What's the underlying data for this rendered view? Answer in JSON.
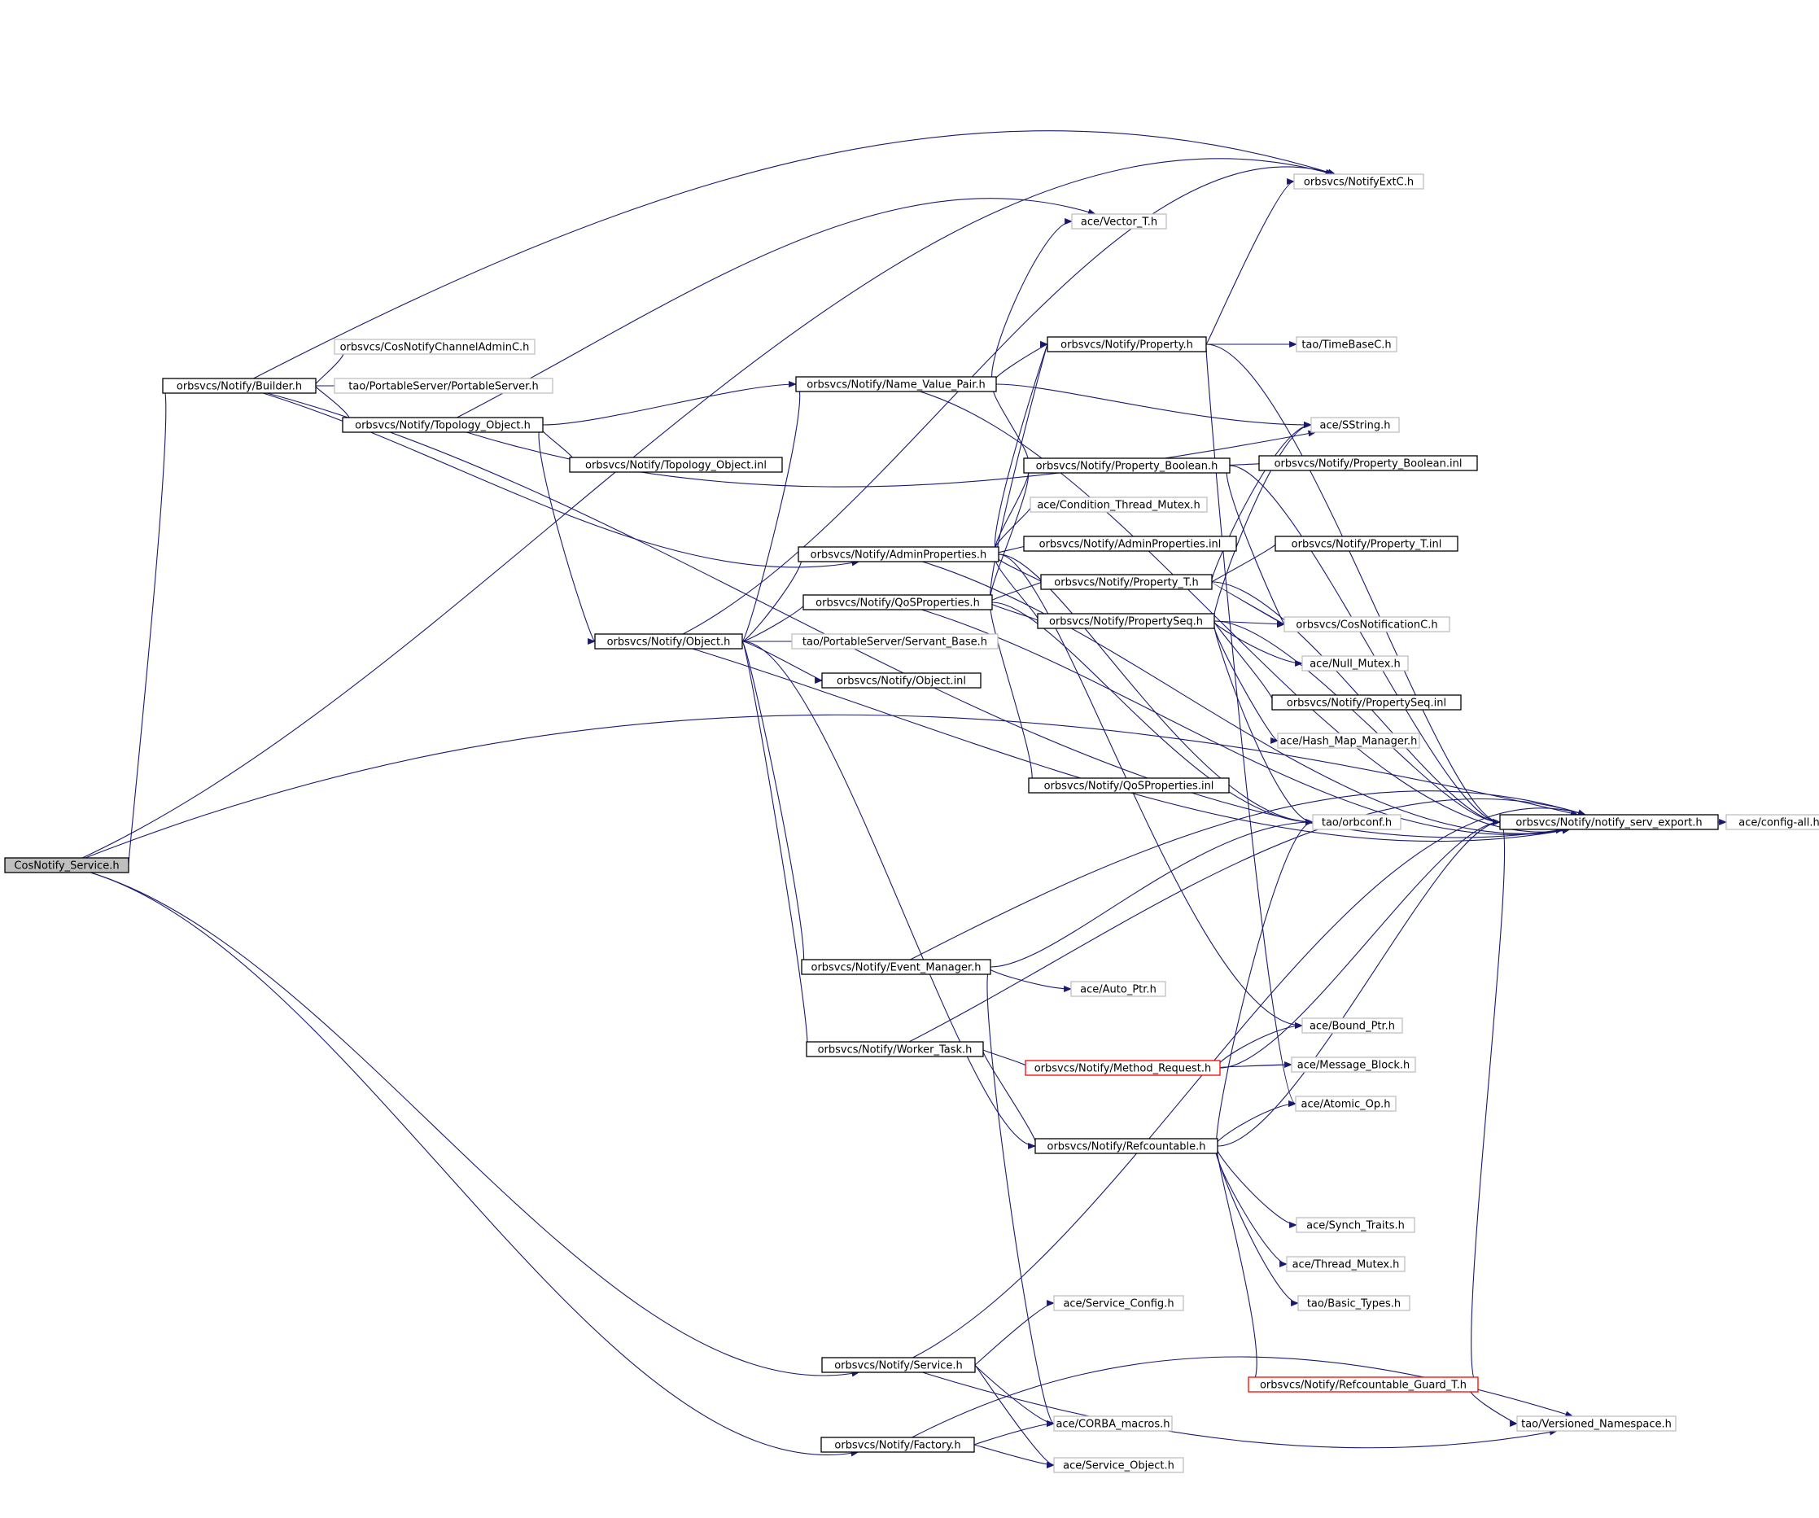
{
  "title": "",
  "colors": {
    "edge": "#191970",
    "box_border": "#000000",
    "external_border": "#c0c0c0",
    "truncated_border": "#ff0000",
    "root_fill": "#bfbfbf",
    "background": "#ffffff"
  },
  "nodes": [
    {
      "id": "cosnotify_service",
      "label": "CosNotify_Service.h",
      "kind": "root"
    },
    {
      "id": "builder",
      "label": "orbsvcs/Notify/Builder.h",
      "kind": "local"
    },
    {
      "id": "cosnotifychanneladminc",
      "label": "orbsvcs/CosNotifyChannelAdminC.h",
      "kind": "external"
    },
    {
      "id": "portableserver",
      "label": "tao/PortableServer/PortableServer.h",
      "kind": "external"
    },
    {
      "id": "topology_object",
      "label": "orbsvcs/Notify/Topology_Object.h",
      "kind": "local"
    },
    {
      "id": "topology_object_inl",
      "label": "orbsvcs/Notify/Topology_Object.inl",
      "kind": "local"
    },
    {
      "id": "object",
      "label": "orbsvcs/Notify/Object.h",
      "kind": "local"
    },
    {
      "id": "adminproperties",
      "label": "orbsvcs/Notify/AdminProperties.h",
      "kind": "local"
    },
    {
      "id": "name_value_pair",
      "label": "orbsvcs/Notify/Name_Value_Pair.h",
      "kind": "local"
    },
    {
      "id": "qosproperties",
      "label": "orbsvcs/Notify/QoSProperties.h",
      "kind": "local"
    },
    {
      "id": "servant_base",
      "label": "tao/PortableServer/Servant_Base.h",
      "kind": "external"
    },
    {
      "id": "object_inl",
      "label": "orbsvcs/Notify/Object.inl",
      "kind": "local"
    },
    {
      "id": "vector_t",
      "label": "ace/Vector_T.h",
      "kind": "external"
    },
    {
      "id": "notifyextc",
      "label": "orbsvcs/NotifyExtC.h",
      "kind": "external"
    },
    {
      "id": "property",
      "label": "orbsvcs/Notify/Property.h",
      "kind": "local"
    },
    {
      "id": "timebasec",
      "label": "tao/TimeBaseC.h",
      "kind": "external"
    },
    {
      "id": "sstring",
      "label": "ace/SString.h",
      "kind": "external"
    },
    {
      "id": "property_boolean",
      "label": "orbsvcs/Notify/Property_Boolean.h",
      "kind": "local"
    },
    {
      "id": "property_boolean_inl",
      "label": "orbsvcs/Notify/Property_Boolean.inl",
      "kind": "local"
    },
    {
      "id": "condition_thread_mutex",
      "label": "ace/Condition_Thread_Mutex.h",
      "kind": "external"
    },
    {
      "id": "adminproperties_inl",
      "label": "orbsvcs/Notify/AdminProperties.inl",
      "kind": "local"
    },
    {
      "id": "property_t",
      "label": "orbsvcs/Notify/Property_T.h",
      "kind": "local"
    },
    {
      "id": "property_t_inl",
      "label": "orbsvcs/Notify/Property_T.inl",
      "kind": "local"
    },
    {
      "id": "propertyseq",
      "label": "orbsvcs/Notify/PropertySeq.h",
      "kind": "local"
    },
    {
      "id": "cosnotificationc",
      "label": "orbsvcs/CosNotificationC.h",
      "kind": "external"
    },
    {
      "id": "null_mutex",
      "label": "ace/Null_Mutex.h",
      "kind": "external"
    },
    {
      "id": "propertyseq_inl",
      "label": "orbsvcs/Notify/PropertySeq.inl",
      "kind": "local"
    },
    {
      "id": "hash_map_manager",
      "label": "ace/Hash_Map_Manager.h",
      "kind": "external"
    },
    {
      "id": "qosproperties_inl",
      "label": "orbsvcs/Notify/QoSProperties.inl",
      "kind": "local"
    },
    {
      "id": "orbconf",
      "label": "tao/orbconf.h",
      "kind": "external"
    },
    {
      "id": "notify_serv_export",
      "label": "orbsvcs/Notify/notify_serv_export.h",
      "kind": "local"
    },
    {
      "id": "config_all",
      "label": "ace/config-all.h",
      "kind": "external"
    },
    {
      "id": "event_manager",
      "label": "orbsvcs/Notify/Event_Manager.h",
      "kind": "local"
    },
    {
      "id": "auto_ptr",
      "label": "ace/Auto_Ptr.h",
      "kind": "external"
    },
    {
      "id": "bound_ptr",
      "label": "ace/Bound_Ptr.h",
      "kind": "external"
    },
    {
      "id": "worker_task",
      "label": "orbsvcs/Notify/Worker_Task.h",
      "kind": "local"
    },
    {
      "id": "method_request",
      "label": "orbsvcs/Notify/Method_Request.h",
      "kind": "truncated"
    },
    {
      "id": "message_block",
      "label": "ace/Message_Block.h",
      "kind": "external"
    },
    {
      "id": "atomic_op",
      "label": "ace/Atomic_Op.h",
      "kind": "external"
    },
    {
      "id": "refcountable",
      "label": "orbsvcs/Notify/Refcountable.h",
      "kind": "local"
    },
    {
      "id": "synch_traits",
      "label": "ace/Synch_Traits.h",
      "kind": "external"
    },
    {
      "id": "thread_mutex",
      "label": "ace/Thread_Mutex.h",
      "kind": "external"
    },
    {
      "id": "basic_types",
      "label": "tao/Basic_Types.h",
      "kind": "external"
    },
    {
      "id": "service_config",
      "label": "ace/Service_Config.h",
      "kind": "external"
    },
    {
      "id": "service",
      "label": "orbsvcs/Notify/Service.h",
      "kind": "local"
    },
    {
      "id": "refcountable_guard_t",
      "label": "orbsvcs/Notify/Refcountable_Guard_T.h",
      "kind": "truncated"
    },
    {
      "id": "corba_macros",
      "label": "ace/CORBA_macros.h",
      "kind": "external"
    },
    {
      "id": "versioned_namespace",
      "label": "tao/Versioned_Namespace.h",
      "kind": "external"
    },
    {
      "id": "factory",
      "label": "orbsvcs/Notify/Factory.h",
      "kind": "local"
    },
    {
      "id": "service_object",
      "label": "ace/Service_Object.h",
      "kind": "external"
    }
  ],
  "edges": [
    [
      "cosnotify_service",
      "builder"
    ],
    [
      "cosnotify_service",
      "service"
    ],
    [
      "cosnotify_service",
      "factory"
    ],
    [
      "cosnotify_service",
      "notifyextc"
    ],
    [
      "cosnotify_service",
      "notify_serv_export"
    ],
    [
      "builder",
      "cosnotifychanneladminc"
    ],
    [
      "builder",
      "portableserver"
    ],
    [
      "builder",
      "topology_object"
    ],
    [
      "builder",
      "adminproperties"
    ],
    [
      "builder",
      "notifyextc"
    ],
    [
      "builder",
      "notify_serv_export"
    ],
    [
      "topology_object",
      "topology_object_inl"
    ],
    [
      "topology_object",
      "object"
    ],
    [
      "topology_object",
      "name_value_pair"
    ],
    [
      "topology_object",
      "sstring"
    ],
    [
      "topology_object",
      "vector_t"
    ],
    [
      "object",
      "adminproperties"
    ],
    [
      "object",
      "qosproperties"
    ],
    [
      "object",
      "servant_base"
    ],
    [
      "object",
      "object_inl"
    ],
    [
      "object",
      "name_value_pair"
    ],
    [
      "object",
      "event_manager"
    ],
    [
      "object",
      "worker_task"
    ],
    [
      "object",
      "refcountable"
    ],
    [
      "object",
      "notifyextc"
    ],
    [
      "object",
      "notify_serv_export"
    ],
    [
      "name_value_pair",
      "property"
    ],
    [
      "name_value_pair",
      "sstring"
    ],
    [
      "name_value_pair",
      "property_boolean"
    ],
    [
      "name_value_pair",
      "vector_t"
    ],
    [
      "name_value_pair",
      "notify_serv_export"
    ],
    [
      "property",
      "timebasec"
    ],
    [
      "property",
      "notifyextc"
    ],
    [
      "property",
      "notify_serv_export"
    ],
    [
      "property",
      "atomic_op"
    ],
    [
      "property_boolean",
      "property_boolean_inl"
    ],
    [
      "property_boolean",
      "notify_serv_export"
    ],
    [
      "property_boolean",
      "cosnotificationc"
    ],
    [
      "adminproperties",
      "condition_thread_mutex"
    ],
    [
      "adminproperties",
      "adminproperties_inl"
    ],
    [
      "adminproperties",
      "property"
    ],
    [
      "adminproperties",
      "property_boolean"
    ],
    [
      "adminproperties",
      "property_t"
    ],
    [
      "adminproperties",
      "propertyseq"
    ],
    [
      "adminproperties",
      "orbconf"
    ],
    [
      "adminproperties",
      "notify_serv_export"
    ],
    [
      "adminproperties",
      "bound_ptr"
    ],
    [
      "qosproperties",
      "property_t"
    ],
    [
      "qosproperties",
      "propertyseq"
    ],
    [
      "qosproperties",
      "property"
    ],
    [
      "qosproperties",
      "property_boolean"
    ],
    [
      "qosproperties",
      "qosproperties_inl"
    ],
    [
      "qosproperties",
      "orbconf"
    ],
    [
      "qosproperties",
      "notify_serv_export"
    ],
    [
      "property_t",
      "property_t_inl"
    ],
    [
      "property_t",
      "cosnotificationc"
    ],
    [
      "property_t",
      "sstring"
    ],
    [
      "property_t",
      "notify_serv_export"
    ],
    [
      "propertyseq",
      "cosnotificationc"
    ],
    [
      "propertyseq",
      "null_mutex"
    ],
    [
      "propertyseq",
      "propertyseq_inl"
    ],
    [
      "propertyseq",
      "hash_map_manager"
    ],
    [
      "propertyseq",
      "orbconf"
    ],
    [
      "propertyseq",
      "sstring"
    ],
    [
      "propertyseq",
      "notify_serv_export"
    ],
    [
      "notify_serv_export",
      "config_all"
    ],
    [
      "event_manager",
      "auto_ptr"
    ],
    [
      "event_manager",
      "orbconf"
    ],
    [
      "event_manager",
      "notify_serv_export"
    ],
    [
      "event_manager",
      "corba_macros"
    ],
    [
      "worker_task",
      "method_request"
    ],
    [
      "worker_task",
      "refcountable"
    ],
    [
      "worker_task",
      "notify_serv_export"
    ],
    [
      "method_request",
      "bound_ptr"
    ],
    [
      "method_request",
      "message_block"
    ],
    [
      "method_request",
      "notify_serv_export"
    ],
    [
      "refcountable",
      "atomic_op"
    ],
    [
      "refcountable",
      "synch_traits"
    ],
    [
      "refcountable",
      "thread_mutex"
    ],
    [
      "refcountable",
      "basic_types"
    ],
    [
      "refcountable",
      "refcountable_guard_t"
    ],
    [
      "refcountable",
      "orbconf"
    ],
    [
      "refcountable",
      "notify_serv_export"
    ],
    [
      "refcountable_guard_t",
      "versioned_namespace"
    ],
    [
      "refcountable_guard_t",
      "notify_serv_export"
    ],
    [
      "service",
      "service_config"
    ],
    [
      "service",
      "corba_macros"
    ],
    [
      "service",
      "service_object"
    ],
    [
      "service",
      "versioned_namespace"
    ],
    [
      "service",
      "notify_serv_export"
    ],
    [
      "factory",
      "corba_macros"
    ],
    [
      "factory",
      "service_object"
    ],
    [
      "factory",
      "versioned_namespace"
    ]
  ]
}
